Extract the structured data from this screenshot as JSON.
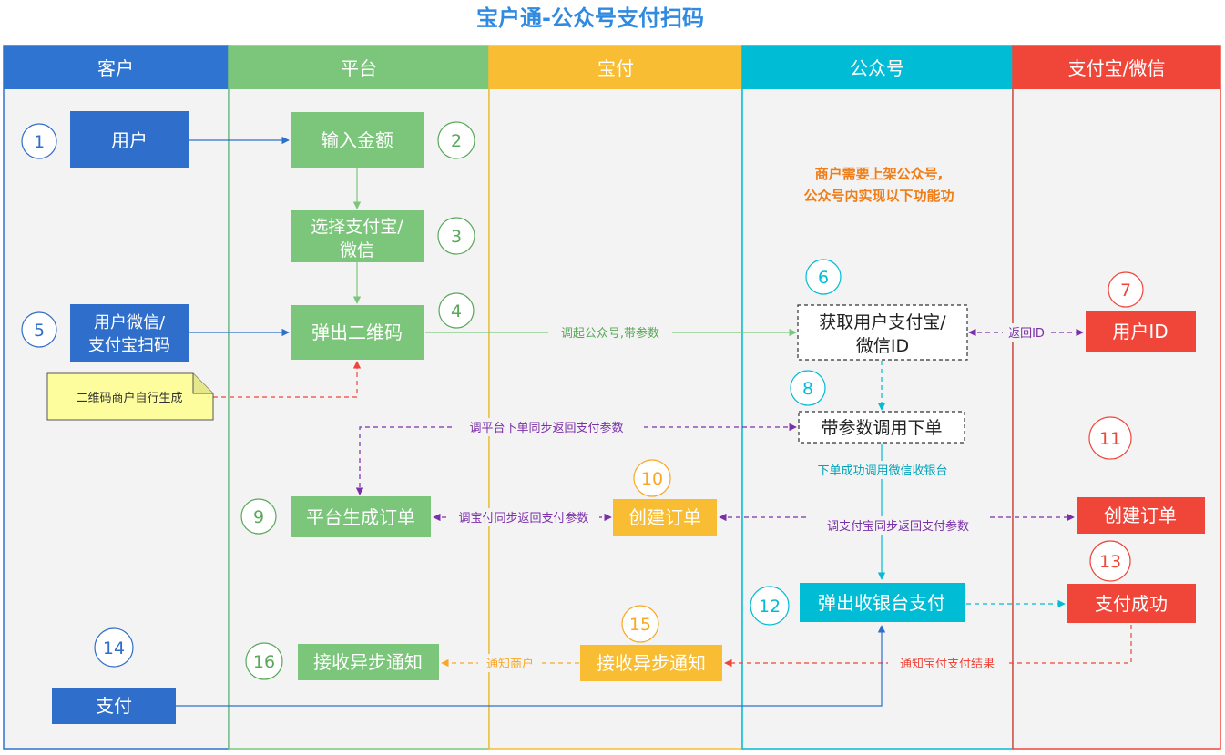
{
  "title": "宝户通-公众号支付扫码",
  "note": {
    "line1": "商户需要上架公众号,",
    "line2": "公众号内实现以下功能功"
  },
  "lanes": [
    {
      "id": "customer",
      "label": "客户",
      "color": "#2f74d0",
      "bg": "#f3f3f3"
    },
    {
      "id": "platform",
      "label": "平台",
      "color": "#7cc67c",
      "bg": "#f3f3f3"
    },
    {
      "id": "baofu",
      "label": "宝付",
      "color": "#f9bd33",
      "bg": "#f3f3f3"
    },
    {
      "id": "mp",
      "label": "公众号",
      "color": "#00bcd4",
      "bg": "#f3f3f3"
    },
    {
      "id": "alipay_wechat",
      "label": "支付宝/微信",
      "color": "#f0463a",
      "bg": "#f3f3f3"
    }
  ],
  "nodes": {
    "user": {
      "label": "用户"
    },
    "input_amount": {
      "label": "输入金额"
    },
    "select_pay": {
      "line1": "选择支付宝/",
      "line2": "微信"
    },
    "qr": {
      "label": "弹出二维码"
    },
    "user_scan": {
      "line1": "用户微信/",
      "line2": "支付宝扫码"
    },
    "qr_note": {
      "label": "二维码商户自行生成"
    },
    "get_user_id": {
      "line1": "获取用户支付宝/",
      "line2": "微信ID"
    },
    "user_id": {
      "label": "用户ID"
    },
    "call_order": {
      "label": "带参数调用下单"
    },
    "platform_order": {
      "label": "平台生成订单"
    },
    "create_order_bf": {
      "label": "创建订单"
    },
    "create_order_ap": {
      "label": "创建订单"
    },
    "cashier": {
      "label": "弹出收银台支付"
    },
    "pay_success": {
      "label": "支付成功"
    },
    "pay": {
      "label": "支付"
    },
    "async_bf": {
      "label": "接收异步通知"
    },
    "async_pf": {
      "label": "接收异步通知"
    }
  },
  "steps": [
    "1",
    "2",
    "3",
    "4",
    "5",
    "6",
    "7",
    "8",
    "9",
    "10",
    "11",
    "12",
    "13",
    "14",
    "15",
    "16"
  ],
  "edge_labels": {
    "invoke_mp": "调起公众号,带参数",
    "return_id": "返回ID",
    "call_platform": "调平台下单同步返回支付参数",
    "order_success": "下单成功调用微信收银台",
    "call_baofu": "调宝付同步返回支付参数",
    "call_alipay": "调支付宝同步返回支付参数",
    "notify_baofu": "通知宝付支付结果",
    "notify_merchant": "通知商户"
  },
  "colors": {
    "title": "#2f8ae0",
    "note": "#f07d17",
    "blue": "#2f6ecb",
    "green": "#7cc67c",
    "yellow": "#f9bd33",
    "cyan": "#00bcd4",
    "red": "#f0463a",
    "purple": "#7b2fa8"
  }
}
